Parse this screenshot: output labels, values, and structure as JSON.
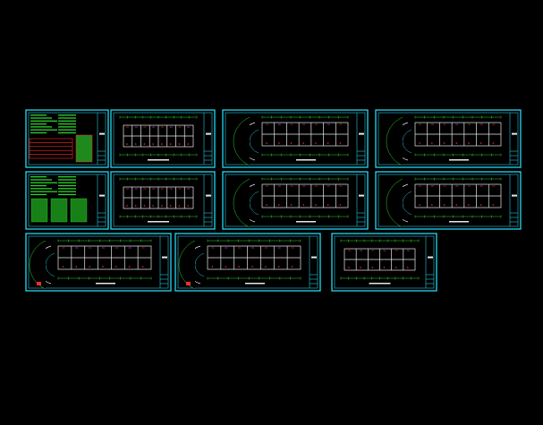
{
  "drawing": {
    "background": "#000000",
    "frame_color": "#22c8e0",
    "wall_color": "#e8e8e8",
    "dimension_color": "#2fd12f",
    "accent_red": "#ff2b2b",
    "accent_magenta": "#e040e0"
  },
  "sheets": [
    {
      "id": "notes-1",
      "kind": "notes"
    },
    {
      "id": "plan-1",
      "kind": "straight"
    },
    {
      "id": "plan-2",
      "kind": "curved"
    },
    {
      "id": "plan-3",
      "kind": "curved"
    },
    {
      "id": "notes-2",
      "kind": "legend"
    },
    {
      "id": "plan-4",
      "kind": "straight"
    },
    {
      "id": "plan-5",
      "kind": "curved"
    },
    {
      "id": "plan-6",
      "kind": "curved"
    },
    {
      "id": "plan-7",
      "kind": "curved-left"
    },
    {
      "id": "plan-8",
      "kind": "curved-left"
    },
    {
      "id": "plan-9",
      "kind": "short"
    }
  ]
}
